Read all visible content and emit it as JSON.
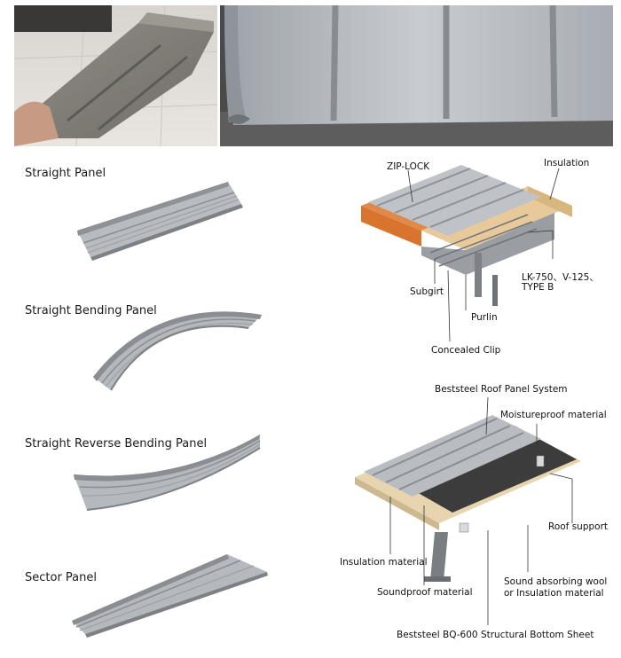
{
  "panels": {
    "straight": "Straight Panel",
    "bending": "Straight Bending Panel",
    "reverse": "Straight Reverse Bending Panel",
    "sector": "Sector Panel"
  },
  "diagram1": {
    "zip_lock": "ZIP-LOCK",
    "insulation": "Insulation",
    "lk": "LK-750、V-125、",
    "type_b": "TYPE B",
    "subgirt": "Subgirt",
    "purlin": "Purlin",
    "concealed_clip": "Concealed Clip"
  },
  "diagram2": {
    "system": "Beststeel Roof Panel System",
    "moistureproof": "Moistureproof material",
    "roof_support": "Roof support",
    "insulation_material": "Insulation material",
    "sound_wool_1": "Sound absorbing wool",
    "sound_wool_2": "or Insulation material",
    "soundproof": "Soundproof material",
    "bottom_sheet": "Beststeel BQ-600 Structural Bottom Sheet"
  },
  "colors": {
    "panel_gray": "#a9acb0",
    "panel_light": "#c9ccd0",
    "insulation_tan": "#e8c99a",
    "membrane_dark": "#3c3c3c",
    "orange_frame": "#d9742f"
  }
}
